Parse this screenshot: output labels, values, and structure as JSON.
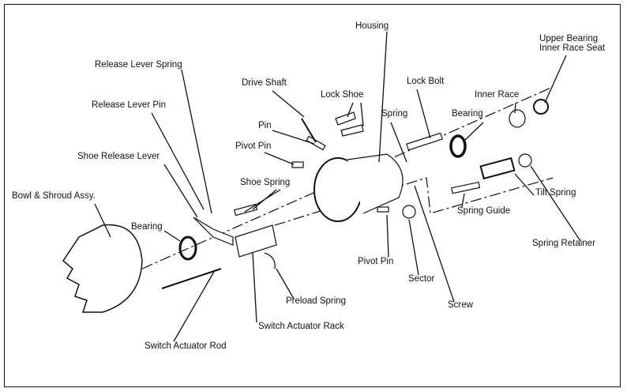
{
  "labels": {
    "housing": "Housing",
    "upper_bearing_seat_1": "Upper Bearing",
    "upper_bearing_seat_2": "Inner Race Seat",
    "release_lever_spring": "Release Lever Spring",
    "drive_shaft": "Drive Shaft",
    "lock_bolt": "Lock Bolt",
    "lock_shoe": "Lock Shoe",
    "inner_race": "Inner Race",
    "release_lever_pin": "Release Lever Pin",
    "spring": "Spring",
    "bearing_upper": "Bearing",
    "pin": "Pin",
    "pivot_pin_upper": "Pivot Pin",
    "shoe_release_lever": "Shoe Release Lever",
    "shoe_spring": "Shoe Spring",
    "tilt_spring": "Tilt Spring",
    "bowl_shroud": "Bowl & Shroud Assy.",
    "spring_guide": "Spring Guide",
    "bearing_lower": "Bearing",
    "spring_retainer": "Spring Retainer",
    "pivot_pin_lower": "Pivot Pin",
    "sector": "Sector",
    "preload_spring": "Preload Spring",
    "screw": "Screw",
    "switch_actuator_rack": "Switch Actuator Rack",
    "switch_actuator_rod": "Switch Actuator Rod"
  }
}
